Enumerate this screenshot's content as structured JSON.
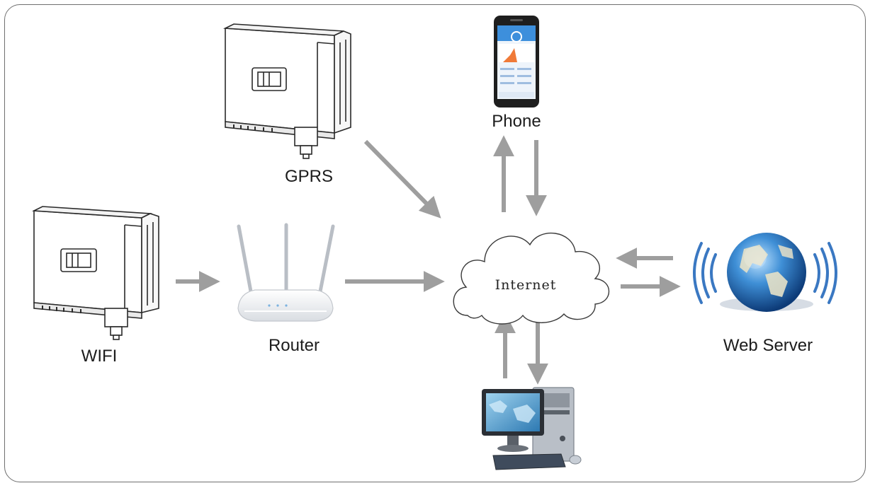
{
  "diagram": {
    "nodes": {
      "gprs": {
        "label": "GPRS",
        "icon": "inverter-icon"
      },
      "wifi": {
        "label": "WIFI",
        "icon": "inverter-icon"
      },
      "router": {
        "label": "Router",
        "icon": "router-icon"
      },
      "phone": {
        "label": "Phone",
        "icon": "phone-icon"
      },
      "internet": {
        "label": "Internet",
        "icon": "cloud-icon"
      },
      "web_server": {
        "label": "Web Server",
        "icon": "globe-icon"
      },
      "computer": {
        "label": "",
        "icon": "computer-icon"
      }
    },
    "edges": [
      {
        "from": "wifi",
        "to": "router"
      },
      {
        "from": "router",
        "to": "internet"
      },
      {
        "from": "gprs",
        "to": "internet"
      },
      {
        "from": "internet",
        "to": "phone"
      },
      {
        "from": "phone",
        "to": "internet"
      },
      {
        "from": "web_server",
        "to": "internet"
      },
      {
        "from": "internet",
        "to": "web_server"
      },
      {
        "from": "internet",
        "to": "computer"
      },
      {
        "from": "computer",
        "to": "internet"
      }
    ],
    "colors": {
      "arrow": "#9e9e9e",
      "outline": "#2a2a2a",
      "globe": "#2a6fb5",
      "waves": "#3a78c2"
    }
  }
}
